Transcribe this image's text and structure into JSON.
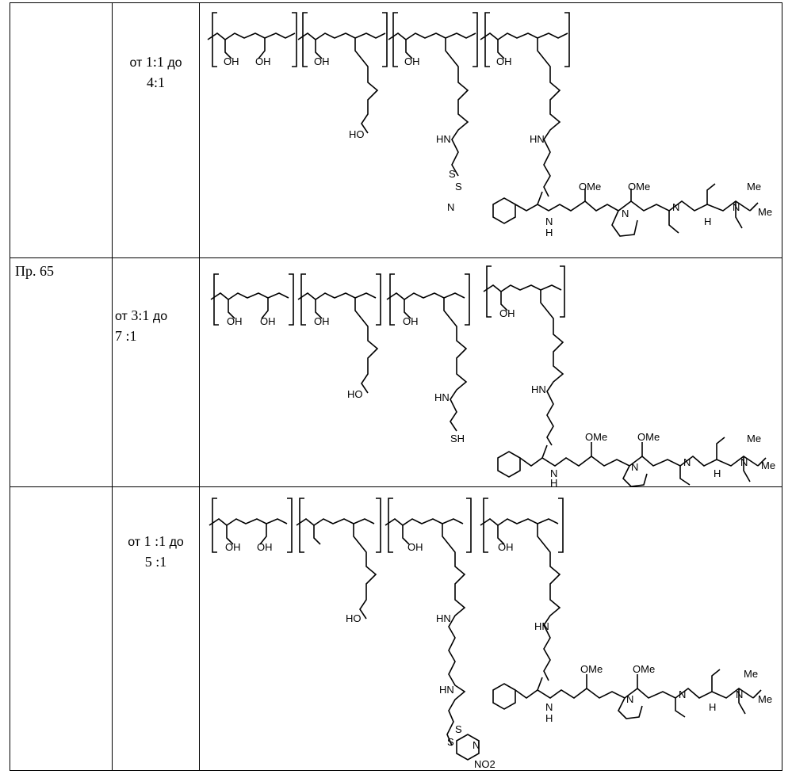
{
  "rows": [
    {
      "example": "",
      "ratio": {
        "prefix": "от",
        "from": "1:1",
        "word": "до",
        "to": "4:1"
      },
      "structure_labels": {
        "hydroxyls": [
          "OH",
          "OH",
          "OH",
          "OH",
          "OH"
        ],
        "acid": "HO",
        "amide_nh": [
          "HN",
          "HN"
        ],
        "linker_atom_1": "S",
        "linker_atom_2": "S",
        "pyridine_n": "N",
        "payload": {
          "ome1": "OMe",
          "ome2": "OMe",
          "n_amide1": "N",
          "h1": "H",
          "n_pro": "N",
          "n_me": "N",
          "h2": "H",
          "n_dim": "N",
          "me1": "Me",
          "me2": "Me"
        }
      }
    },
    {
      "example": "Пр. 65",
      "ratio": {
        "prefix": "от",
        "from": "3:1",
        "word": "до",
        "to": "7 :1"
      },
      "structure_labels": {
        "hydroxyls": [
          "OH",
          "OH",
          "OH",
          "OH",
          "OH"
        ],
        "acid": "HO",
        "amide_nh": [
          "HN",
          "HN"
        ],
        "thiol": "SH",
        "payload": {
          "ome1": "OMe",
          "ome2": "OMe",
          "n_amide1": "N",
          "h1": "H",
          "n_pro": "N",
          "n_me": "N",
          "h2": "H",
          "n_dim": "N",
          "me1": "Me",
          "me2": "Me"
        }
      }
    },
    {
      "example": "",
      "ratio": {
        "prefix": "от",
        "from": "1 :1",
        "word": "до",
        "to": "5 :1"
      },
      "structure_labels": {
        "hydroxyls": [
          "OH",
          "OH",
          "OH",
          "OH"
        ],
        "acid": "HO",
        "amide_nh": [
          "HN",
          "HN",
          "HN"
        ],
        "linker_atom_1": "S",
        "linker_atom_2": "S",
        "pyridine_n": "N",
        "nitro": "NO2",
        "payload": {
          "ome1": "OMe",
          "ome2": "OMe",
          "n_amide1": "N",
          "h1": "H",
          "n_pro": "N",
          "n_me": "N",
          "h2": "H",
          "n_dim": "N",
          "me1": "Me",
          "me2": "Me"
        }
      }
    }
  ]
}
